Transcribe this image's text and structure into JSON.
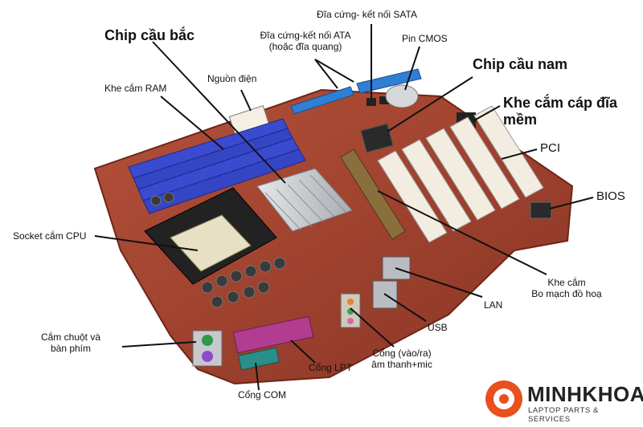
{
  "labels": {
    "chip_cau_bac": "Chip cầu bắc",
    "khe_cam_ram": "Khe cắm RAM",
    "nguon_dien": "Nguồn điện",
    "dia_cung_ata_line1": "Đĩa cứng-kết nối ATA",
    "dia_cung_ata_line2": "(hoặc đĩa quang)",
    "dia_cung_sata": "Đĩa cứng- kết nối SATA",
    "pin_cmos": "Pin CMOS",
    "chip_cau_nam": "Chip cầu nam",
    "khe_cam_cap_dia_line1": "Khe cắm cáp đĩa",
    "khe_cam_cap_dia_line2": "mềm",
    "pci": "PCI",
    "bios": "BIOS",
    "socket_cpu": "Socket cắm CPU",
    "khe_cam_do_hoa_line1": "Khe cắm",
    "khe_cam_do_hoa_line2": "Bo mạch đồ hoạ",
    "lan": "LAN",
    "usb": "USB",
    "cam_chuot_line1": "Cắm chuột và",
    "cam_chuot_line2": "bàn phím",
    "cong_am_thanh_line1": "Cổng (vào/ra)",
    "cong_am_thanh_line2": "âm thanh+mic",
    "cong_lpt": "Cổng LPT",
    "cong_com": "Cổng COM"
  },
  "logo": {
    "brand": "MINHKHOA",
    "tagline": "LAPTOP PARTS & SERVICES"
  },
  "colors": {
    "pcb": "#9c3d2b",
    "ram_slot": "#3b4bd0",
    "ata_connector": "#2f7fd4",
    "pci_slot": "#f3ece0",
    "agp_slot": "#8a6e3c",
    "heatsink": "#c9ccd0",
    "brand_orange": "#e8501c"
  }
}
